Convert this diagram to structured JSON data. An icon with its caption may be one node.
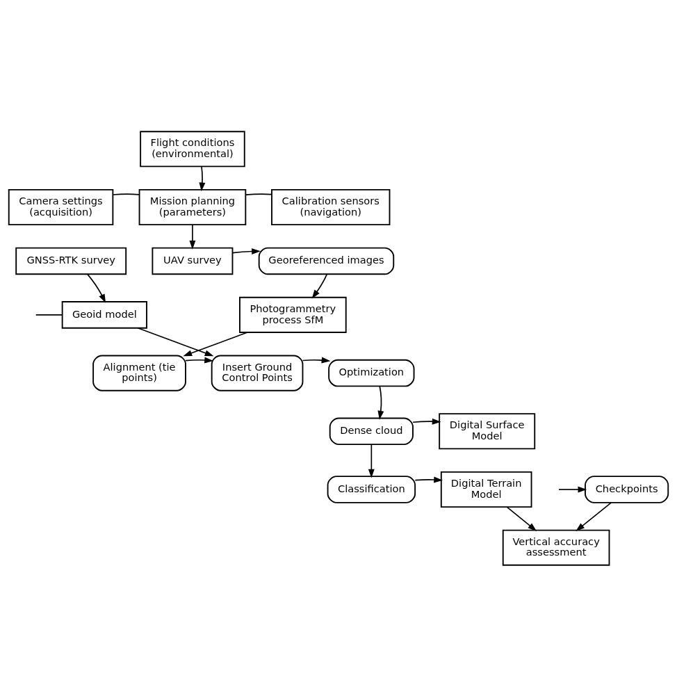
{
  "diagram": {
    "nodes": [
      {
        "text": [
          "Flight conditions (environmental)"
        ]
      },
      {
        "text": [
          "Camera settings (acquisition)"
        ]
      },
      {
        "text": [
          "Mission planning (parameters)"
        ]
      },
      {
        "text": [
          "Calibration sensors (navigation)"
        ]
      },
      {
        "text": [
          "GNSS-RTK survey"
        ]
      },
      {
        "text": [
          "UAV survey"
        ]
      },
      {
        "text": [
          "Georeferenced images"
        ]
      },
      {
        "text": [
          "Geoid model"
        ]
      },
      {
        "text": [
          "Photogrammetry process SfM"
        ]
      },
      {
        "text": [
          "Optimization"
        ]
      },
      {
        "text": [
          "Insert Ground Control Points"
        ]
      },
      {
        "text": [
          "Alignment (tie points)"
        ]
      },
      {
        "text": [
          "Dense cloud"
        ]
      },
      {
        "text": [
          "Digital Surface Model"
        ]
      },
      {
        "text": [
          "Classification"
        ]
      },
      {
        "text": [
          "Digital Terrain Model"
        ]
      },
      {
        "text": [
          "Vertical accuracy assessment"
        ]
      },
      {
        "text": [
          "Checkpoints"
        ]
      }
    ],
    "edges": [
      {
        "from": 0,
        "to": 2,
        "arrow": "to"
      },
      {
        "from": 1,
        "to": 2,
        "arrow": "none"
      },
      {
        "from": 2,
        "to": 3,
        "arrow": "none"
      },
      {
        "from": 2,
        "to": 5,
        "arrow": "to"
      },
      {
        "from": 4,
        "to": 7,
        "arrow": "to"
      },
      {
        "from": 5,
        "to": 6,
        "arrow": "to"
      },
      {
        "from": 6,
        "to": 8,
        "arrow": "to"
      },
      {
        "from": null,
        "to": 7,
        "arrow": "none"
      },
      {
        "from": 7,
        "to": 10,
        "arrow": "to"
      },
      {
        "from": 8,
        "to": 11,
        "arrow": "to"
      },
      {
        "from": 11,
        "to": 10,
        "arrow": "to"
      },
      {
        "from": 10,
        "to": 9,
        "arrow": "to"
      },
      {
        "from": 9,
        "to": 12,
        "arrow": "to"
      },
      {
        "from": 12,
        "to": 13,
        "arrow": "to"
      },
      {
        "from": 12,
        "to": 14,
        "arrow": "to"
      },
      {
        "from": 14,
        "to": 15,
        "arrow": "to"
      },
      {
        "from": 15,
        "to": 16,
        "arrow": "to"
      },
      {
        "from": 17,
        "to": 16,
        "arrow": "to"
      },
      {
        "from": null,
        "to": 17,
        "arrow": "to"
      }
    ]
  }
}
